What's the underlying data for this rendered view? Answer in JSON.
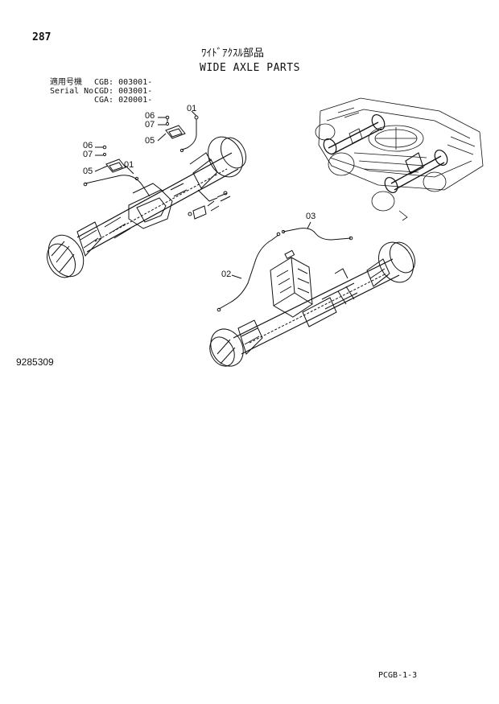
{
  "page_number": "287",
  "title_jp": "ﾜｲﾄﾞｱｸｽﾙ部品",
  "title_en": "WIDE AXLE PARTS",
  "applicability": {
    "label_jp": "適用号機",
    "label_en": "Serial No.",
    "rows": [
      "CGB: 003001-",
      "CGD: 003001-",
      "CGA: 020001-"
    ]
  },
  "callouts": {
    "left_upper_06": "06",
    "left_upper_07": "07",
    "left_upper_05": "05",
    "left_upper_01": "01",
    "left_lower_06": "06",
    "left_lower_07": "07",
    "left_lower_05": "05",
    "left_lower_01": "01",
    "right_02": "02",
    "right_03": "03"
  },
  "drawing_number": "9285309",
  "page_reference": "PCGB-1-3"
}
